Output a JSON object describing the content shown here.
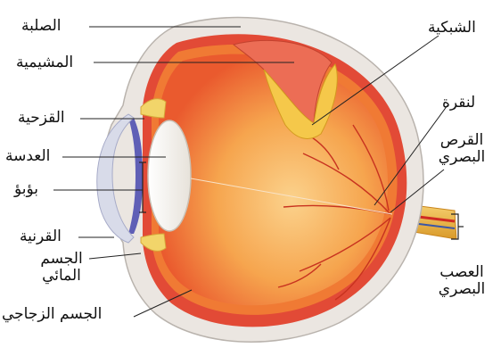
{
  "diagram": {
    "labels": {
      "sclera": "الصلبة",
      "choroid": "المشيمية",
      "iris": "القزحية",
      "lens": "العدسة",
      "pupil": "بؤبؤ",
      "cornea": "القرنية",
      "aqueous_humor": "الجسم المائي",
      "vitreous_body": "الجسم الزجاجي",
      "retina": "الشبكية",
      "fovea": "لنقرة",
      "optic_disc": "القرص البصري",
      "optic_nerve": "العصب البصري"
    },
    "colors": {
      "sclera": "#e9e4df",
      "choroid": "#e8453a",
      "retina_layer": "#f08a3c",
      "vitreous_inner": "#f7b56b",
      "lens": "#f4f1ec",
      "iris": "#5e5fb5",
      "cornea": "#d9dbe8",
      "ciliary": "#f2d56a",
      "vessels": "#c62a1e",
      "optic_nerve": "#f1c04f"
    }
  }
}
